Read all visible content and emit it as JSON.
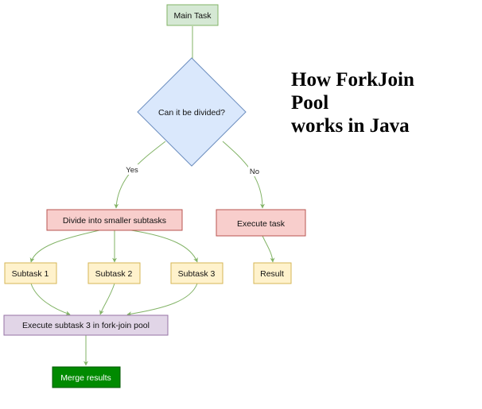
{
  "title": {
    "lines": [
      "How ForkJoin",
      "Pool",
      "works in Java"
    ]
  },
  "nodes": {
    "main_task": "Main Task",
    "decision": "Can it be divided?",
    "divide": "Divide into smaller subtasks",
    "execute_task": "Execute task",
    "subtask_1": "Subtask 1",
    "subtask_2": "Subtask 2",
    "subtask_3": "Subtask 3",
    "result": "Result",
    "execute_pool": "Execute subtask 3 in fork-join pool",
    "merge": "Merge results"
  },
  "edges": {
    "yes_label": "Yes",
    "no_label": "No"
  },
  "colors": {
    "green_fill": "#d5e8d4",
    "green_stroke": "#82b366",
    "blue_fill": "#dae8fc",
    "blue_stroke": "#6c8ebf",
    "red_fill": "#f8cecc",
    "red_stroke": "#b85450",
    "yellow_fill": "#fff2cc",
    "yellow_stroke": "#d6b656",
    "purple_fill": "#e1d5e7",
    "purple_stroke": "#9673a6",
    "merge_fill": "#008a00",
    "merge_stroke": "#005700",
    "edge": "#82b366"
  }
}
